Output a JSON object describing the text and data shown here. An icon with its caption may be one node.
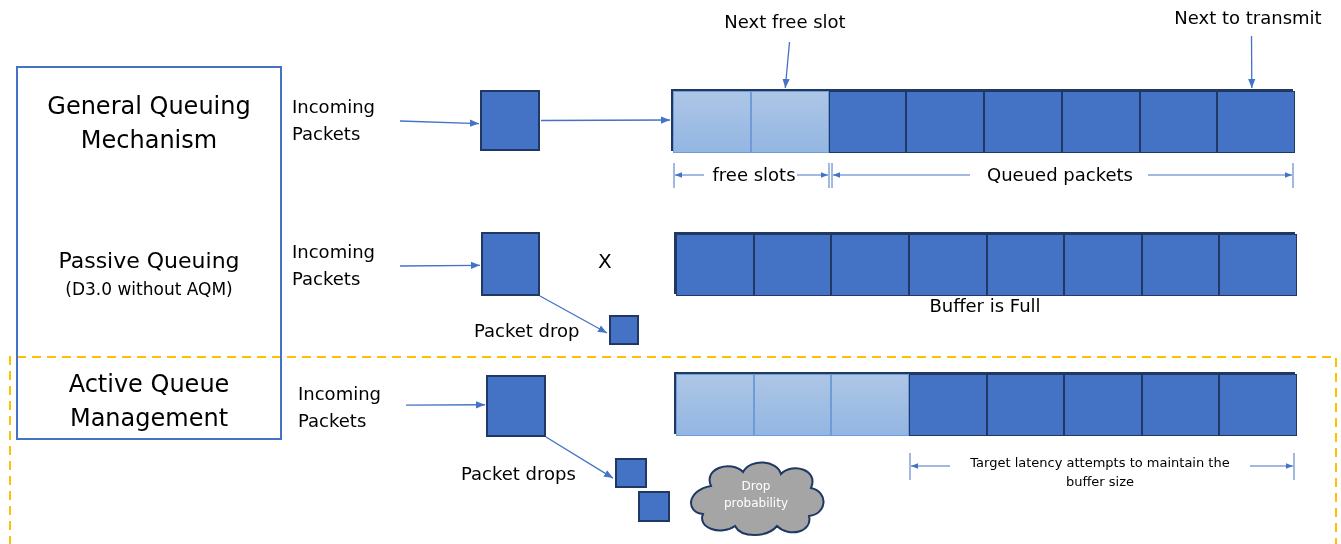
{
  "diagram": {
    "nodes": [
      {
        "text": [
          "General Queuing Mechanism",
          "Passive Queuing",
          "(D3.0 without AQM)",
          "Active Queue Management"
        ]
      },
      {
        "text": [
          "Incoming Packets"
        ]
      },
      {
        "text": [],
        "shape": "box"
      },
      {
        "text": [
          "Next free slot"
        ]
      },
      {
        "text": [
          "Next to transmit"
        ]
      },
      {
        "text": [],
        "shape": "bar"
      },
      {
        "text": [],
        "shape": "box",
        "in": 5
      },
      {
        "text": [],
        "shape": "box",
        "in": 5
      },
      {
        "text": [],
        "shape": "box",
        "in": 5
      },
      {
        "text": [],
        "shape": "box",
        "in": 5
      },
      {
        "text": [],
        "shape": "box",
        "in": 5
      },
      {
        "text": [],
        "shape": "box",
        "in": 5
      },
      {
        "text": [],
        "shape": "box",
        "in": 5
      },
      {
        "text": [],
        "shape": "box",
        "in": 5
      },
      {
        "text": [
          "Incoming Packets"
        ]
      },
      {
        "text": [],
        "shape": "box"
      },
      {
        "text": [],
        "shape": "bar"
      },
      {
        "text": [],
        "shape": "box",
        "in": 16
      },
      {
        "text": [],
        "shape": "box",
        "in": 16
      },
      {
        "text": [],
        "shape": "box",
        "in": 16
      },
      {
        "text": [],
        "shape": "box",
        "in": 16
      },
      {
        "text": [],
        "shape": "box",
        "in": 16
      },
      {
        "text": [],
        "shape": "box",
        "in": 16
      },
      {
        "text": [],
        "shape": "box",
        "in": 16
      },
      {
        "text": [],
        "shape": "box",
        "in": 16
      },
      {
        "text": [],
        "shape": "box"
      },
      {
        "text": [
          "Incoming Packets"
        ]
      },
      {
        "text": [],
        "shape": "box"
      },
      {
        "text": [],
        "shape": "bar"
      },
      {
        "text": [],
        "shape": "box",
        "in": 28
      },
      {
        "text": [],
        "shape": "box",
        "in": 28
      },
      {
        "text": [],
        "shape": "box",
        "in": 28
      },
      {
        "text": [],
        "shape": "box",
        "in": 28
      },
      {
        "text": [],
        "shape": "box",
        "in": 28
      },
      {
        "text": [],
        "shape": "box",
        "in": 28
      },
      {
        "text": [],
        "shape": "box",
        "in": 28
      },
      {
        "text": [],
        "shape": "box",
        "in": 28
      },
      {
        "text": [],
        "shape": "box"
      },
      {
        "text": [],
        "shape": "box"
      },
      {
        "text": [
          "Drop probability"
        ]
      }
    ],
    "edges": [
      {
        "from": 1,
        "to": 2,
        "arrow": "to"
      },
      {
        "from": 2,
        "to": 5,
        "arrow": "to"
      },
      {
        "from": 3,
        "to": 7,
        "arrow": "to"
      },
      {
        "from": 4,
        "to": 13,
        "arrow": "to"
      },
      {
        "from": 14,
        "to": 15,
        "arrow": "to"
      },
      {
        "from": 15,
        "to": 25,
        "arrow": "to",
        "label": "Packet drop"
      },
      {
        "from": 26,
        "to": 27,
        "arrow": "to"
      },
      {
        "from": 27,
        "to": 37,
        "arrow": "to",
        "label": "Packet drops"
      }
    ],
    "labels": [
      "X",
      "free slots",
      "Queued packets",
      "Buffer is Full",
      "Target latency attempts to maintain the buffer size"
    ]
  }
}
